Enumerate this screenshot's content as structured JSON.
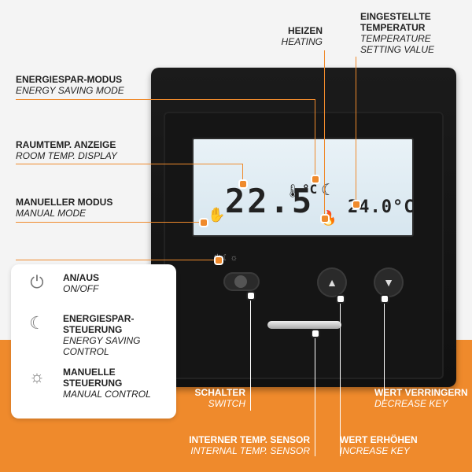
{
  "device": {
    "lcd": {
      "room_temp": "22.5",
      "unit_top": "°C",
      "set_temp": "24.0°C"
    },
    "mini_icons": "⏻☾☼"
  },
  "labels": {
    "heizen": {
      "de": "HEIZEN",
      "en": "HEATING"
    },
    "eingestellte": {
      "de": "EINGESTELLTE TEMPERATUR",
      "en": "TEMPERATURE SETTING VALUE"
    },
    "energiespar_modus": {
      "de": "ENERGIESPAR-MODUS",
      "en": "ENERGY SAVING MODE"
    },
    "raumtemp": {
      "de": "RAUMTEMP. ANZEIGE",
      "en": "ROOM TEMP. DISPLAY"
    },
    "manueller": {
      "de": "MANUELLER MODUS",
      "en": "MANUAL MODE"
    },
    "schalter": {
      "de": "SCHALTER",
      "en": "SWITCH"
    },
    "wert_verringern": {
      "de": "WERT VERRINGERN",
      "en": "DECREASE KEY"
    },
    "sensor": {
      "de": "INTERNER TEMP. SENSOR",
      "en": "INTERNAL TEMP. SENSOR"
    },
    "wert_erhoehen": {
      "de": "WERT ERHÖHEN",
      "en": "INCREASE KEY"
    }
  },
  "legend": [
    {
      "icon": "power-icon",
      "de": "AN/AUS",
      "en": "ON/OFF"
    },
    {
      "icon": "moon-icon",
      "de": "ENERGIESPAR-STEUERUNG",
      "en": "ENERGY SAVING CONTROL"
    },
    {
      "icon": "sun-icon",
      "de": "MANUELLE STEUERUNG",
      "en": "MANUAL CONTROL"
    }
  ],
  "colors": {
    "accent": "#ef8a2c",
    "background": "#f4f4f4"
  }
}
